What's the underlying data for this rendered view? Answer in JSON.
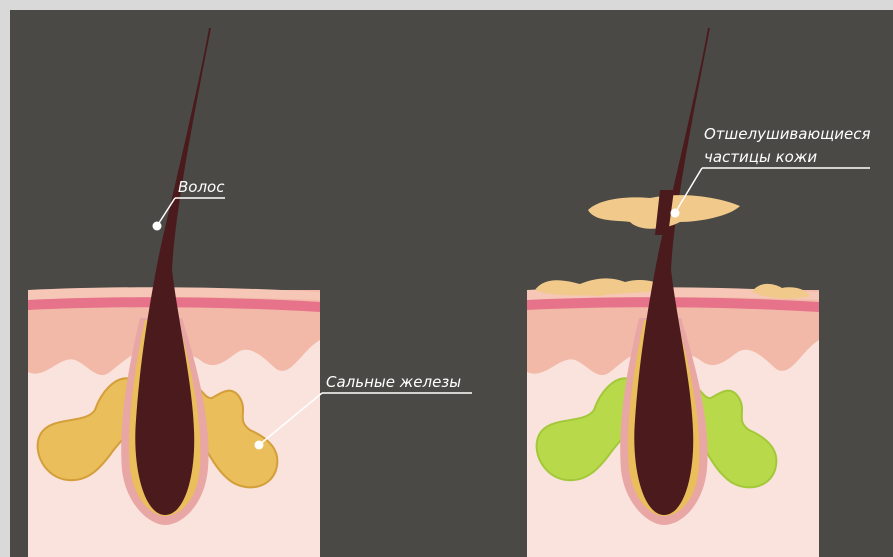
{
  "diagram": {
    "left_panel": {
      "hair_label": "Волос",
      "glands_label": "Сальные железы"
    },
    "right_panel": {
      "flakes_label_line1": "Отшелушивающиеся",
      "flakes_label_line2": "частицы кожи"
    },
    "colors": {
      "background": "#4a4945",
      "skin_surface": "#f2b9a8",
      "epidermis_line": "#e6738a",
      "dermis": "#f7c9bb",
      "tissue": "#f9e3dc",
      "hair": "#4b1a1d",
      "gland_normal": "#e9be5b",
      "gland_inflamed": "#b8d94a",
      "skin_flakes": "#f0c98b"
    }
  }
}
